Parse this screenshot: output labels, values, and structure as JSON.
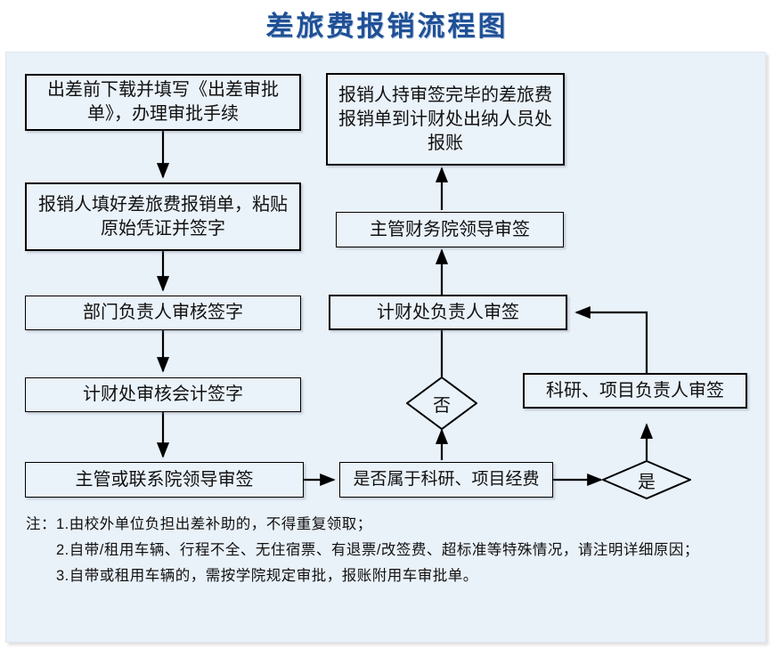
{
  "title": "差旅费报销流程图",
  "colors": {
    "title": "#1f5096",
    "panel_bg": "#e9f1f9",
    "node_bg": "#eaf2fa",
    "node_border": "#000000",
    "text": "#111111"
  },
  "flow": {
    "nodes": [
      {
        "id": "n1",
        "label": "出差前下载并填写《出差审批单》，办理审批手续"
      },
      {
        "id": "n2",
        "label": "报销人填好差旅费报销单，粘贴原始凭证并签字"
      },
      {
        "id": "n3",
        "label": "部门负责人审核签字"
      },
      {
        "id": "n4",
        "label": "计财处审核会计签字"
      },
      {
        "id": "n5",
        "label": "主管或联系院领导审签"
      },
      {
        "id": "n6",
        "label": "是否属于科研、项目经费"
      },
      {
        "id": "n7",
        "label": "计财处负责人审签"
      },
      {
        "id": "n8",
        "label": "主管财务院领导审签"
      },
      {
        "id": "n9",
        "label": "报销人持审签完毕的差旅费报销单到计财处出纳人员处报账"
      },
      {
        "id": "n10",
        "label": "科研、项目负责人审签"
      }
    ],
    "decisions": [
      {
        "id": "d_no",
        "label": "否"
      },
      {
        "id": "d_yes",
        "label": "是"
      }
    ]
  },
  "notes": {
    "lead": "注：",
    "items": [
      "1.由校外单位负担出差补助的，不得重复领取；",
      "2.自带/租用车辆、行程不全、无住宿票、有退票/改签费、超标准等特殊情况，请注明详细原因；",
      "3.自带或租用车辆的，需按学院规定审批，报账附用车审批单。"
    ]
  }
}
